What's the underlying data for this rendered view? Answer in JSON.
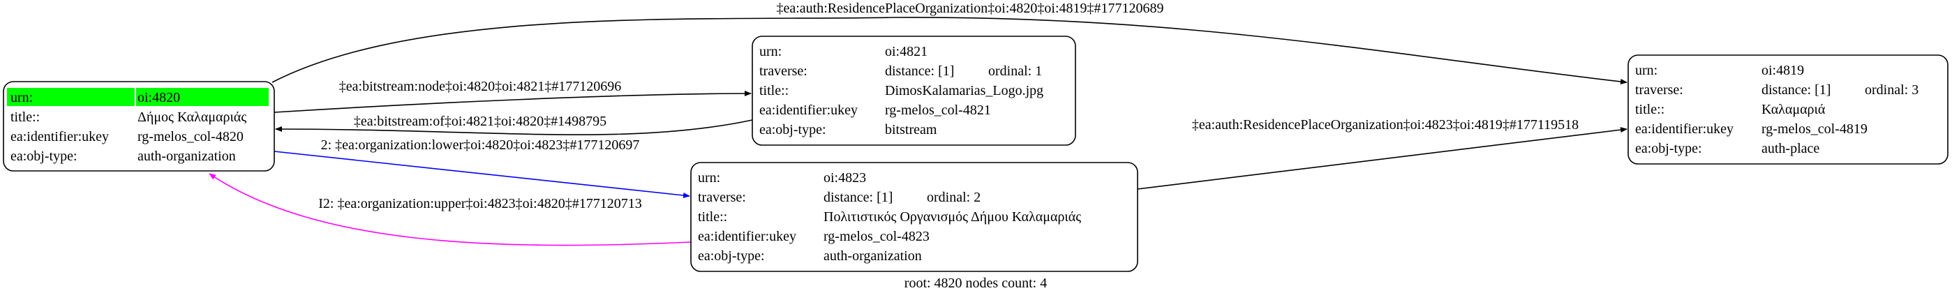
{
  "nodes": [
    {
      "id": "4820",
      "rows": [
        {
          "key": "urn:",
          "value": "oi:4820"
        },
        {
          "key": "title::",
          "value": "Δήμος Καλαμαριάς"
        },
        {
          "key": "ea:identifier:ukey",
          "value": "rg-melos_col-4820"
        },
        {
          "key": "ea:obj-type:",
          "value": "auth-organization"
        }
      ],
      "highlight_color": "#00ff00"
    },
    {
      "id": "4821",
      "rows": [
        {
          "key": "urn:",
          "value": "oi:4821"
        },
        {
          "key": "traverse:",
          "value": "distance: [1]",
          "extra": "ordinal: 1"
        },
        {
          "key": "title::",
          "value": "DimosKalamarias_Logo.jpg"
        },
        {
          "key": "ea:identifier:ukey",
          "value": "rg-melos_col-4821"
        },
        {
          "key": "ea:obj-type:",
          "value": "bitstream"
        }
      ]
    },
    {
      "id": "4823",
      "rows": [
        {
          "key": "urn:",
          "value": "oi:4823"
        },
        {
          "key": "traverse:",
          "value": "distance: [1]",
          "extra": "ordinal: 2"
        },
        {
          "key": "title::",
          "value": "Πολιτιστικός Οργανισμός Δήμου Καλαμαριάς"
        },
        {
          "key": "ea:identifier:ukey",
          "value": "rg-melos_col-4823"
        },
        {
          "key": "ea:obj-type:",
          "value": "auth-organization"
        }
      ]
    },
    {
      "id": "4819",
      "rows": [
        {
          "key": "urn:",
          "value": "oi:4819"
        },
        {
          "key": "traverse:",
          "value": "distance: [1]",
          "extra": "ordinal: 3"
        },
        {
          "key": "title::",
          "value": "Καλαμαριά"
        },
        {
          "key": "ea:identifier:ukey",
          "value": "rg-melos_col-4819"
        },
        {
          "key": "ea:obj-type:",
          "value": "auth-place"
        }
      ]
    }
  ],
  "edges": [
    {
      "from": "4820",
      "to": "4819",
      "label": "‡ea:auth:ResidencePlaceOrganization‡oi:4820‡oi:4819‡#177120689",
      "color": "#000000"
    },
    {
      "from": "4820",
      "to": "4821",
      "label": "‡ea:bitstream:node‡oi:4820‡oi:4821‡#177120696",
      "color": "#000000"
    },
    {
      "from": "4821",
      "to": "4820",
      "label": "‡ea:bitstream:of‡oi:4821‡oi:4820‡#1498795",
      "color": "#000000"
    },
    {
      "from": "4820",
      "to": "4823",
      "label": "2: ‡ea:organization:lower‡oi:4820‡oi:4823‡#177120697",
      "color": "#0000ff"
    },
    {
      "from": "4823",
      "to": "4820",
      "label": "I2: ‡ea:organization:upper‡oi:4823‡oi:4820‡#177120713",
      "color": "#ff00ff"
    },
    {
      "from": "4823",
      "to": "4819",
      "label": "‡ea:auth:ResidencePlaceOrganization‡oi:4823‡oi:4819‡#177119518",
      "color": "#000000"
    }
  ],
  "footer": "root: 4820 nodes count: 4"
}
